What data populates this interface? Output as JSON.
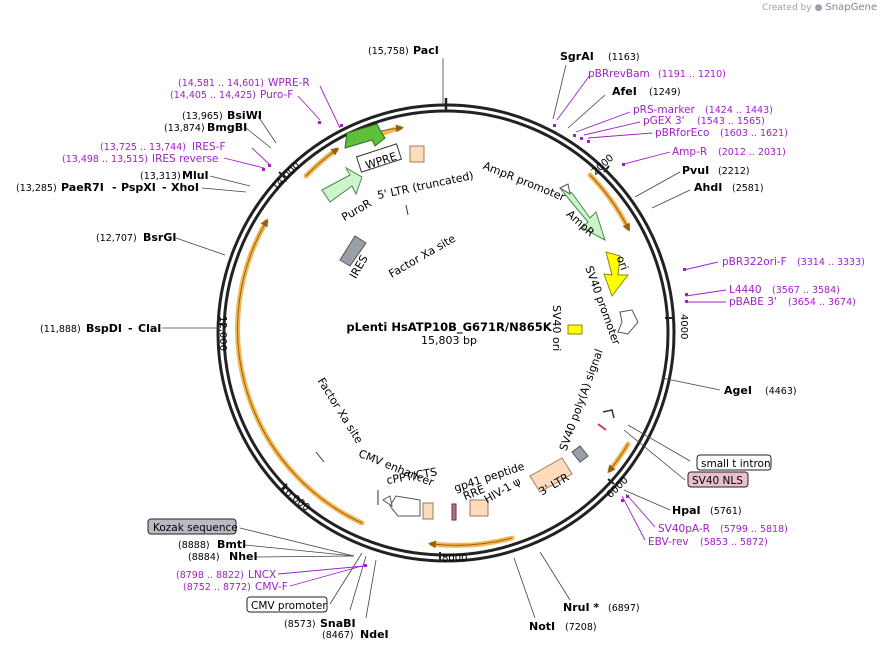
{
  "credit": {
    "prefix": "Created by",
    "brand": "SnapGene"
  },
  "plasmid": {
    "name": "pLenti HsATP10B_G671R/N865K",
    "length": "15,803 bp"
  },
  "ticks": [
    "2000",
    "4000",
    "6000",
    "8000",
    "10,000",
    "12,000",
    "14,000"
  ],
  "sites": {
    "pacI": {
      "coord": "(15,758)",
      "name": "PacI"
    },
    "sgrAI": {
      "name": "SgrAI",
      "coord": "(1163)"
    },
    "afeI": {
      "name": "AfeI",
      "coord": "(1249)"
    },
    "pvuI": {
      "name": "PvuI",
      "coord": "(2212)"
    },
    "ahdI": {
      "name": "AhdI",
      "coord": "(2581)"
    },
    "ageI": {
      "name": "AgeI",
      "coord": "(4463)"
    },
    "hpaI": {
      "name": "HpaI",
      "coord": "(5761)"
    },
    "nruI": {
      "name": "NruI *",
      "coord": "(6897)"
    },
    "notI": {
      "name": "NotI",
      "coord": "(7208)"
    },
    "ndeI": {
      "coord": "(8467)",
      "name": "NdeI"
    },
    "snaBI": {
      "coord": "(8573)",
      "name": "SnaBI"
    },
    "nheI": {
      "coord": "(8884)",
      "name": "NheI"
    },
    "bmtI": {
      "coord": "(8888)",
      "name": "BmtI"
    },
    "bspDI": {
      "coord": "(11,888)",
      "name": "BspDI",
      "name2": "ClaI"
    },
    "bsrGI": {
      "coord": "(12,707)",
      "name": "BsrGI"
    },
    "paeR7I": {
      "coord": "(13,285)",
      "name": "PaeR7I",
      "name2": "PspXI",
      "name3": "XhoI"
    },
    "mluI": {
      "coord": "(13,313)",
      "name": "MluI"
    },
    "bmgBI": {
      "coord": "(13,874)",
      "name": "BmgBI"
    },
    "bsiWI": {
      "coord": "(13,965)",
      "name": "BsiWI"
    }
  },
  "primers": {
    "pBRrevBam": {
      "name": "pBRrevBam",
      "coord": "(1191 .. 1210)"
    },
    "pRSmarker": {
      "name": "pRS-marker",
      "coord": "(1424 .. 1443)"
    },
    "pGEX3": {
      "name": "pGEX 3'",
      "coord": "(1543 .. 1565)"
    },
    "pBRforEco": {
      "name": "pBRforEco",
      "coord": "(1603 .. 1621)"
    },
    "ampR": {
      "name": "Amp-R",
      "coord": "(2012 .. 2031)"
    },
    "pBR322ori": {
      "name": "pBR322ori-F",
      "coord": "(3314 .. 3333)"
    },
    "l4440": {
      "name": "L4440",
      "coord": "(3567 .. 3584)"
    },
    "pBABE3": {
      "name": "pBABE 3'",
      "coord": "(3654 .. 3674)"
    },
    "sv40pA": {
      "name": "SV40pA-R",
      "coord": "(5799 .. 5818)"
    },
    "ebvRev": {
      "name": "EBV-rev",
      "coord": "(5853 .. 5872)"
    },
    "lncx": {
      "coord": "(8798 .. 8822)",
      "name": "LNCX"
    },
    "cmvF": {
      "coord": "(8752 .. 8772)",
      "name": "CMV-F"
    },
    "wpreR": {
      "coord": "(14,581 .. 14,601)",
      "name": "WPRE-R"
    },
    "puroF": {
      "coord": "(14,405 .. 14,425)",
      "name": "Puro-F"
    },
    "iresF": {
      "coord": "(13,725 .. 13,744)",
      "name": "IRES-F"
    },
    "iresRev": {
      "coord": "(13,498 .. 13,515)",
      "name": "IRES reverse"
    }
  },
  "features": {
    "ltr5": "5' LTR (truncated)",
    "wpre": "WPRE",
    "puroR": "PuroR",
    "ires": "IRES",
    "factorXa1": "Factor Xa site",
    "ampPromoter": "AmpR promoter",
    "ampR": "AmpR",
    "ori": "ori",
    "sv40Promoter": "SV40 promoter",
    "sv40Ori": "SV40 ori",
    "sv40PolyA": "SV40 poly(A) signal",
    "ltr3": "3' LTR",
    "hiv1psi": "HIV-1 ψ",
    "rre": "RRE",
    "gp41": "gp41 peptide",
    "cppt": "cPPT/CTS",
    "cmvEnhancer": "CMV enhancer",
    "factorXa2": "Factor Xa site"
  },
  "boxed": {
    "smallT": "small t intron",
    "sv40nls": "SV40 NLS",
    "kozak": "Kozak sequence",
    "cmvPromoter": "CMV promoter"
  },
  "colors": {
    "backbone": "#222222",
    "orf": "#f0b040",
    "primer": "#a020c8",
    "ampR": "#ccf5cc",
    "ori": "#ffff00",
    "ltr": "#fcdcbc",
    "ires": "#9aa0a8"
  }
}
